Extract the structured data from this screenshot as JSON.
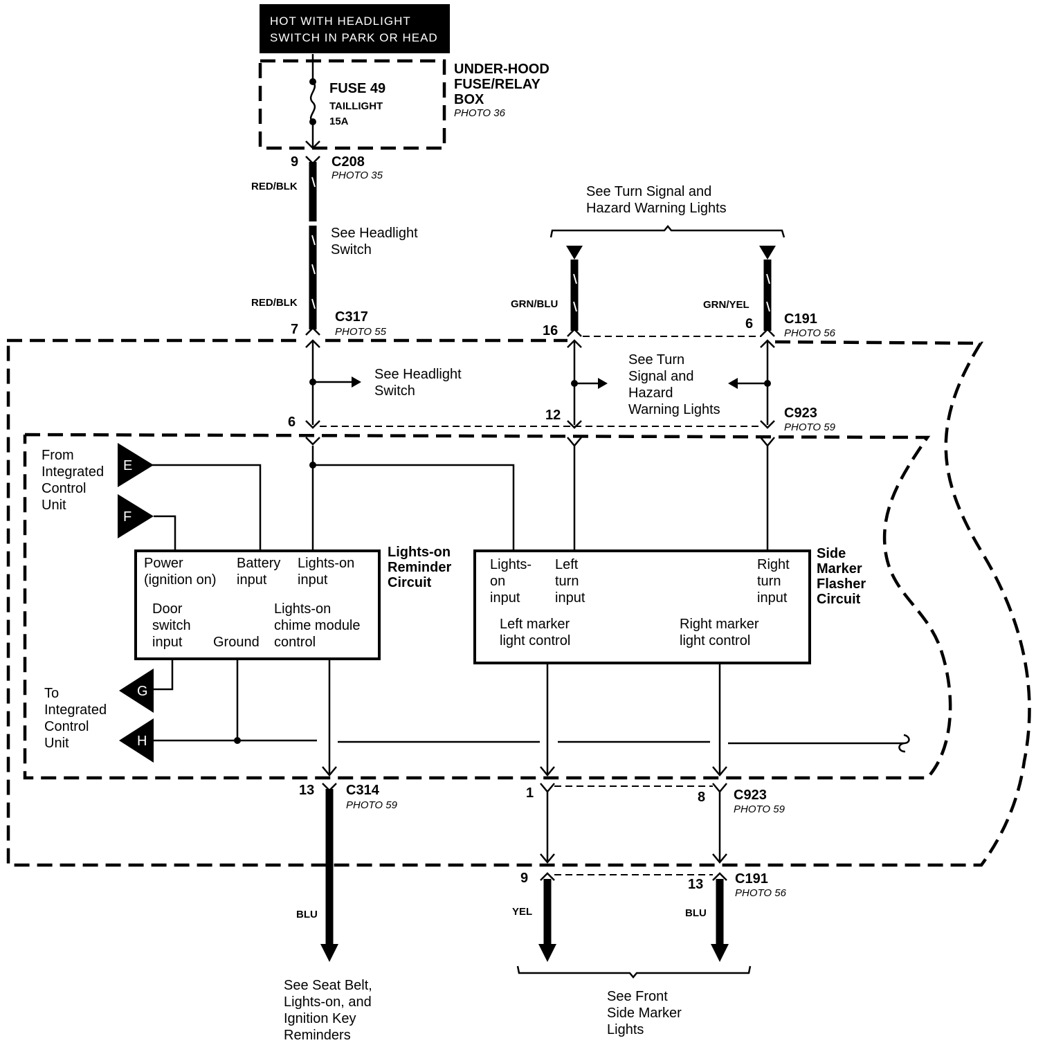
{
  "header_box": {
    "line1": "HOT WITH HEADLIGHT",
    "line2": "SWITCH IN PARK OR HEAD"
  },
  "fuse_box": {
    "title1": "UNDER-HOOD",
    "title2": "FUSE/RELAY",
    "title3": "BOX",
    "photo": "PHOTO 36"
  },
  "fuse": {
    "name": "FUSE 49",
    "desc": "TAILLIGHT",
    "rating": "15A"
  },
  "connectors": {
    "c208": {
      "name": "C208",
      "photo": "PHOTO 35",
      "pin": "9"
    },
    "c317": {
      "name": "C317",
      "photo": "PHOTO 55",
      "pin": "7"
    },
    "c191_top": {
      "name": "C191",
      "photo": "PHOTO 56",
      "pin_left": "16",
      "pin_right": "6"
    },
    "c923_top": {
      "name": "C923",
      "photo": "PHOTO 59",
      "pin_left": "6",
      "pin_mid": "12"
    },
    "c314": {
      "name": "C314",
      "photo": "PHOTO 59",
      "pin": "13"
    },
    "c923_bottom": {
      "name": "C923",
      "photo": "PHOTO 59",
      "pin_left": "1",
      "pin_right": "8"
    },
    "c191_bottom": {
      "name": "C191",
      "photo": "PHOTO 56",
      "pin_left": "9",
      "pin_right": "13"
    }
  },
  "wires": {
    "red_blk_1": "RED/BLK",
    "red_blk_2": "RED/BLK",
    "grn_blu": "GRN/BLU",
    "grn_yel": "GRN/YEL",
    "blu_1": "BLU",
    "yel": "YEL",
    "blu_2": "BLU"
  },
  "notes": {
    "headlight_switch_1a": "See Headlight",
    "headlight_switch_1b": "Switch",
    "headlight_switch_2a": "See Headlight",
    "headlight_switch_2b": "Switch",
    "turn_signal_top_1": "See Turn Signal and",
    "turn_signal_top_2": "Hazard Warning Lights",
    "turn_signal_mid_1": "See Turn",
    "turn_signal_mid_2": "Signal and",
    "turn_signal_mid_3": "Hazard",
    "turn_signal_mid_4": "Warning Lights",
    "seat_belt_1": "See Seat Belt,",
    "seat_belt_2": "Lights-on, and",
    "seat_belt_3": "Ignition Key",
    "seat_belt_4": "Reminders",
    "front_marker_1": "See Front",
    "front_marker_2": "Side Marker",
    "front_marker_3": "Lights"
  },
  "icu": {
    "from_1": "From",
    "from_2": "Integrated",
    "from_3": "Control",
    "from_4": "Unit",
    "to_1": "To",
    "to_2": "Integrated",
    "to_3": "Control",
    "to_4": "Unit",
    "tag_e": "E",
    "tag_f": "F",
    "tag_g": "G",
    "tag_h": "H"
  },
  "reminder": {
    "title1": "Lights-on",
    "title2": "Reminder",
    "title3": "Circuit",
    "power1": "Power",
    "power2": "(ignition on)",
    "battery1": "Battery",
    "battery2": "input",
    "lightson1": "Lights-on",
    "lightson2": "input",
    "door1": "Door",
    "door2": "switch",
    "door3": "input",
    "ground": "Ground",
    "chime1": "Lights-on",
    "chime2": "chime module",
    "chime3": "control"
  },
  "flasher": {
    "title1": "Side",
    "title2": "Marker",
    "title3": "Flasher",
    "title4": "Circuit",
    "lightson1": "Lights-",
    "lightson2": "on",
    "lightson3": "input",
    "left1": "Left",
    "left2": "turn",
    "left3": "input",
    "right1": "Right",
    "right2": "turn",
    "right3": "input",
    "leftm1": "Left marker",
    "leftm2": "light control",
    "rightm1": "Right marker",
    "rightm2": "light control"
  }
}
